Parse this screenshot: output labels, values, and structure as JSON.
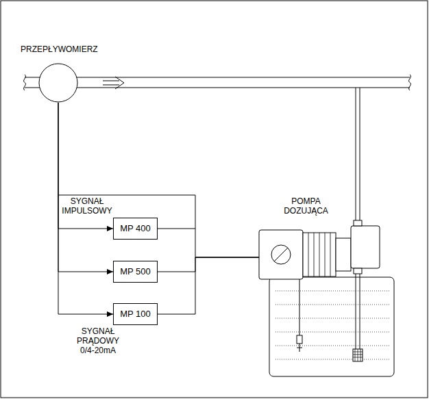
{
  "diagram": {
    "nodes": [
      {
        "text": [
          "PRZEPŁYWOMIERZ"
        ]
      },
      {
        "text": [
          "MP 400"
        ]
      },
      {
        "text": [
          "MP 500"
        ]
      },
      {
        "text": [
          "MP 100"
        ]
      },
      {
        "text": [
          "POMPA DOZUJĄCA"
        ]
      }
    ],
    "edges": [
      {
        "from": 0,
        "to": 1,
        "arrow": "to"
      },
      {
        "from": 0,
        "to": 2,
        "arrow": "to"
      },
      {
        "from": 0,
        "to": 3,
        "arrow": "to"
      },
      {
        "from": 1,
        "to": 4,
        "arrow": "none"
      },
      {
        "from": 2,
        "to": 4,
        "arrow": "none"
      },
      {
        "from": 3,
        "to": 4,
        "arrow": "none"
      }
    ],
    "labels": [
      "SYGNAŁ IMPULSOWY",
      "SYGNAŁ PRĄDOWY 0/4-20mA"
    ]
  }
}
